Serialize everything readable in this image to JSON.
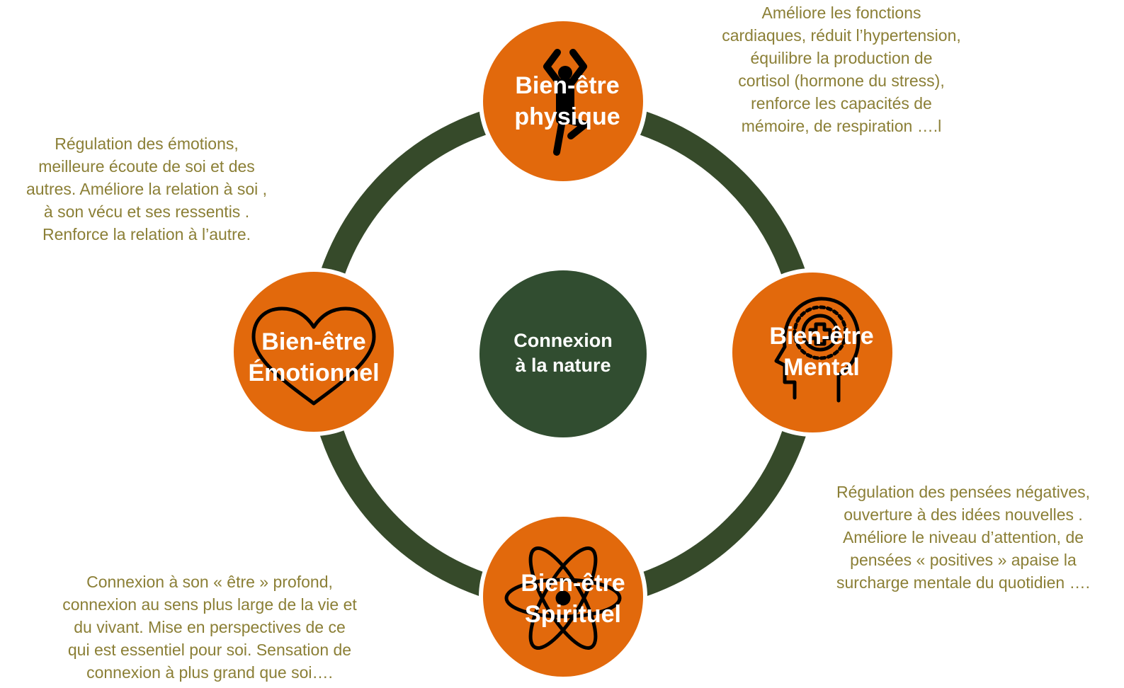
{
  "colors": {
    "ring": "#364a2a",
    "center": "#314d30",
    "node": "#e2690c",
    "node_border": "#ffffff",
    "description_text": "#8b7f36",
    "label_text": "#ffffff"
  },
  "center": {
    "line1": "Connexion",
    "line2": "à la nature"
  },
  "nodes": {
    "physique": {
      "line1": "Bien-être",
      "line2": "physique",
      "icon": "dancing-person-icon"
    },
    "mental": {
      "line1": "Bien-être",
      "line2": "Mental",
      "icon": "head-brain-icon"
    },
    "spirituel": {
      "line1": "Bien-être",
      "line2": "Spirituel",
      "icon": "atom-icon"
    },
    "emotionnel": {
      "line1": "Bien-être",
      "line2": "Émotionnel",
      "icon": "heart-icon"
    }
  },
  "descriptions": {
    "physique": [
      "Améliore les fonctions",
      "cardiaques, réduit l’hypertension,",
      "équilibre la production de",
      "cortisol (hormone du stress),",
      "renforce les capacités de",
      "mémoire, de respiration ….l"
    ],
    "emotionnel": [
      "Régulation des émotions,",
      "meilleure écoute de soi et des",
      "autres. Améliore la relation à soi ,",
      "à son vécu et ses ressentis .",
      "Renforce la relation à l’autre."
    ],
    "mental": [
      "Régulation des pensées négatives,",
      "ouverture à des idées nouvelles .",
      "Améliore le niveau d’attention, de",
      "pensées « positives » apaise la",
      "surcharge mentale du quotidien  …."
    ],
    "spirituel": [
      "Connexion à son « être » profond,",
      "connexion au sens plus large de la vie et",
      "du vivant. Mise en perspectives de ce",
      "qui est essentiel pour soi. Sensation de",
      "connexion à plus grand que soi…."
    ]
  }
}
